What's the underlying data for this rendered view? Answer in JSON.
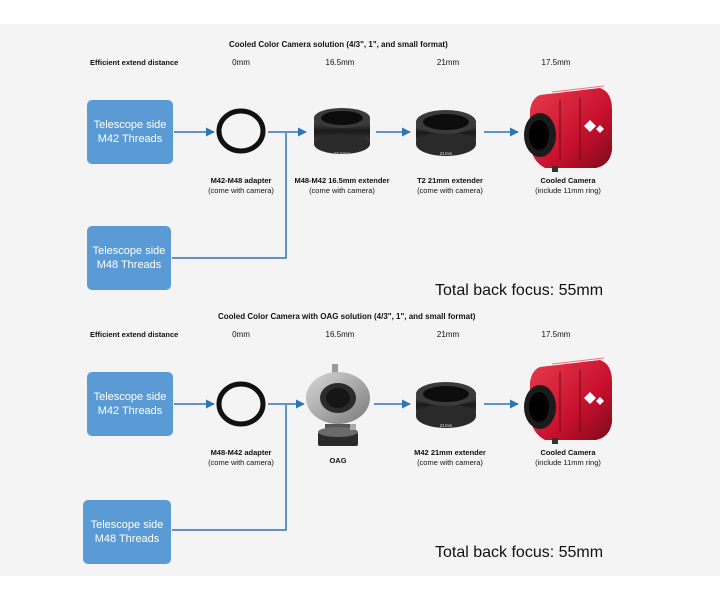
{
  "sections": [
    {
      "title": "Cooled Color Camera solution (4/3\", 1\", and small format)",
      "distance_label": "Efficient extend distance",
      "distances": [
        "0mm",
        "16.5mm",
        "21mm",
        "17.5mm"
      ],
      "box_top": {
        "line1": "Telescope side",
        "line2": "M42 Threads"
      },
      "box_bottom": {
        "line1": "Telescope side",
        "line2": "M48 Threads"
      },
      "items": [
        {
          "name": "M42-M48 adapter",
          "note": "(come with camera)"
        },
        {
          "name": "M48-M42 16.5mm extender",
          "note": "(come with camera)"
        },
        {
          "name": "T2 21mm extender",
          "note": "(come with camera)"
        },
        {
          "name": "Cooled Camera",
          "note": "(include 11mm ring)"
        }
      ],
      "engravings": [
        "16.5mm",
        "21mm"
      ],
      "total": "Total back focus: 55mm"
    },
    {
      "title": "Cooled Color Camera with OAG solution (4/3\", 1\", and small format)",
      "distance_label": "Efficient extend distance",
      "distances": [
        "0mm",
        "16.5mm",
        "21mm",
        "17.5mm"
      ],
      "box_top": {
        "line1": "Telescope side",
        "line2": "M42 Threads"
      },
      "box_bottom": {
        "line1": "Telescope side",
        "line2": "M48 Threads"
      },
      "items": [
        {
          "name": "M48-M42 adapter",
          "note": "(come with camera)"
        },
        {
          "name": "OAG",
          "note": ""
        },
        {
          "name": "M42 21mm extender",
          "note": "(come with camera)"
        },
        {
          "name": "Cooled Camera",
          "note": "(include 11mm ring)"
        }
      ],
      "engravings": [
        "21mm"
      ],
      "total": "Total back focus: 55mm"
    }
  ],
  "colors": {
    "panel": "#f4f4f4",
    "box": "#5b9bd5",
    "arrow": "#2e75b6",
    "camera_red": "#c8102e"
  }
}
